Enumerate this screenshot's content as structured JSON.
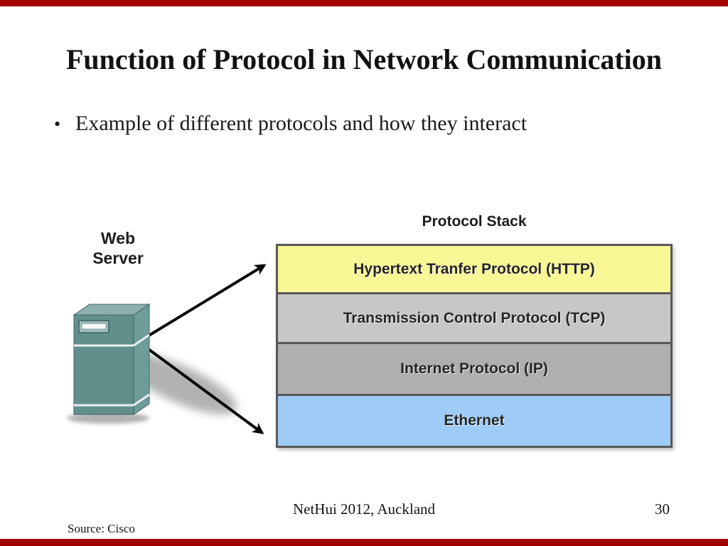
{
  "slide": {
    "title": "Function of Protocol in Network Communication",
    "bullet": "Example of different protocols and how they interact",
    "bullet_marker": "•",
    "footer_center": "NetHui 2012, Auckland",
    "page_number": "30",
    "source_note": "Source: Cisco"
  },
  "diagram": {
    "server_label_lines": [
      "Web",
      "Server"
    ],
    "stack_title": "Protocol Stack",
    "layers": [
      {
        "label": "Hypertext Tranfer Protocol (HTTP)",
        "color": "#F8F795"
      },
      {
        "label": "Transmission Control Protocol (TCP)",
        "color": "#C7C7C7"
      },
      {
        "label": "Internet Protocol (IP)",
        "color": "#AFAFAF"
      },
      {
        "label": "Ethernet",
        "color": "#9FCBF7"
      }
    ]
  },
  "colors": {
    "chrome_bar": "#A00000",
    "table_border": "#58585A",
    "layer_text": "#262626",
    "server_front": "#628F8C",
    "server_top": "#8BAFAC",
    "server_side": "#6E9C99",
    "arrow": "#0A0A0A",
    "text": "#1A1A1A"
  }
}
